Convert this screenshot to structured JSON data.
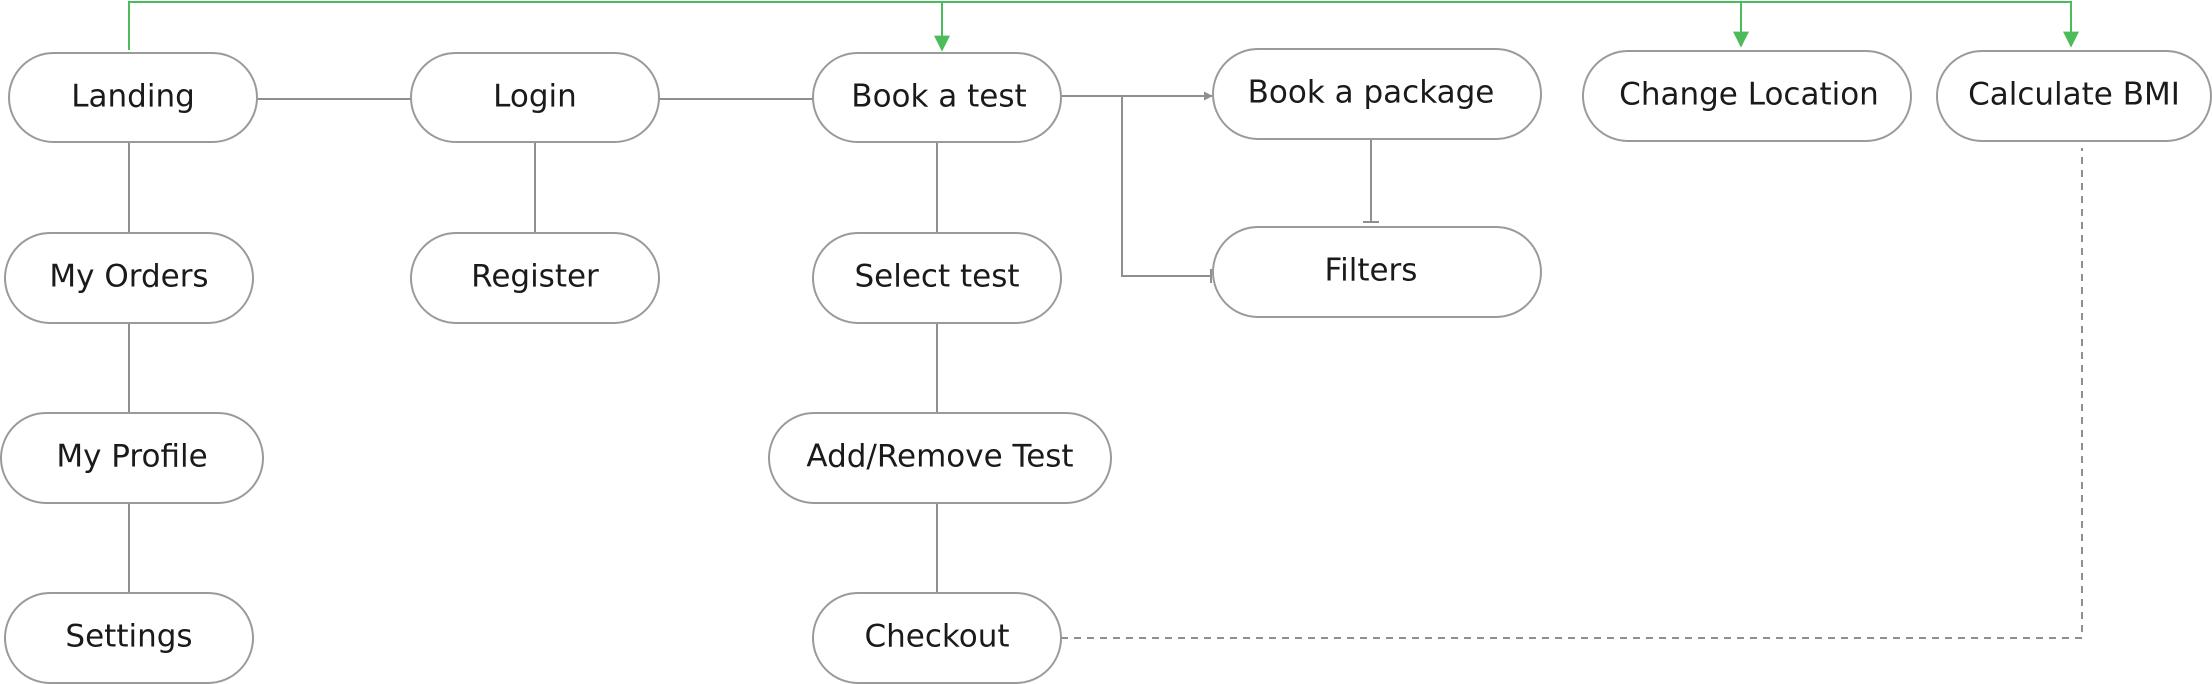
{
  "diagram": {
    "type": "flowchart",
    "colors": {
      "node_border": "#9a9a9a",
      "node_fill": "#ffffff",
      "text": "#1a1a1a",
      "connector": "#8f8f8f",
      "global_nav": "#4cbc5a"
    },
    "nodes": {
      "landing": "Landing",
      "my_orders": "My Orders",
      "my_profile": "My Profile",
      "settings": "Settings",
      "login": "Login",
      "register": "Register",
      "book_test": "Book a test",
      "select_test": "Select test",
      "add_remove_test": "Add/Remove Test",
      "checkout": "Checkout",
      "book_package": "Book a package",
      "filters": "Filters",
      "change_location": "Change Location",
      "calculate_bmi": "Calculate BMI"
    },
    "edges": [
      {
        "from": "landing",
        "to": "login",
        "style": "solid"
      },
      {
        "from": "login",
        "to": "book_test",
        "style": "solid"
      },
      {
        "from": "landing",
        "to": "my_orders",
        "style": "solid"
      },
      {
        "from": "my_orders",
        "to": "my_profile",
        "style": "solid"
      },
      {
        "from": "my_profile",
        "to": "settings",
        "style": "solid"
      },
      {
        "from": "login",
        "to": "register",
        "style": "solid"
      },
      {
        "from": "book_test",
        "to": "select_test",
        "style": "solid"
      },
      {
        "from": "select_test",
        "to": "add_remove_test",
        "style": "solid"
      },
      {
        "from": "add_remove_test",
        "to": "checkout",
        "style": "solid"
      },
      {
        "from": "book_test",
        "to": "book_package",
        "style": "arrow"
      },
      {
        "from": "book_test",
        "to": "filters",
        "style": "bar"
      },
      {
        "from": "book_package",
        "to": "filters",
        "style": "bar"
      },
      {
        "from": "checkout",
        "to": "calculate_bmi",
        "style": "dashed"
      },
      {
        "from": "landing",
        "to": "book_test",
        "style": "green-arrow"
      },
      {
        "from": "landing",
        "to": "change_location",
        "style": "green-arrow"
      },
      {
        "from": "landing",
        "to": "calculate_bmi",
        "style": "green-arrow"
      }
    ]
  }
}
